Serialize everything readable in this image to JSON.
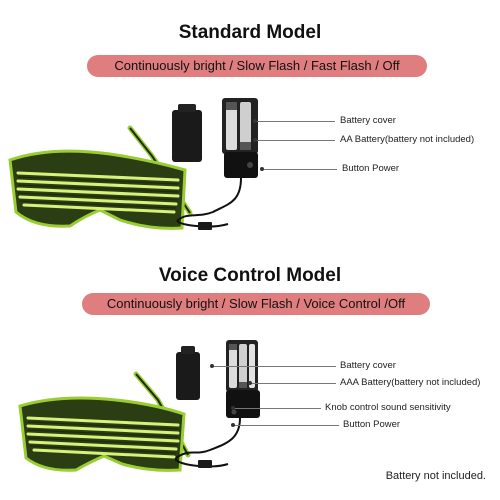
{
  "standard": {
    "title": "Standard Model",
    "modes": "Continuously bright / Slow Flash / Fast Flash / Off",
    "callouts": {
      "battery_cover": "Battery cover",
      "battery": "AA Battery(battery not included)",
      "button": "Button Power"
    }
  },
  "voice": {
    "title": "Voice Control Model",
    "modes": "Continuously bright / Slow Flash / Voice Control /Off",
    "callouts": {
      "battery_cover": "Battery cover",
      "battery": "AAA Battery(battery not included)",
      "knob": "Knob control sound sensitivity",
      "button": "Button Power"
    }
  },
  "footnote": "Battery not included.",
  "colors": {
    "pill": "#e07d7e",
    "frame": "#9acd32",
    "frame_dark": "#1c2a10",
    "pack": "#1a1a1a"
  }
}
